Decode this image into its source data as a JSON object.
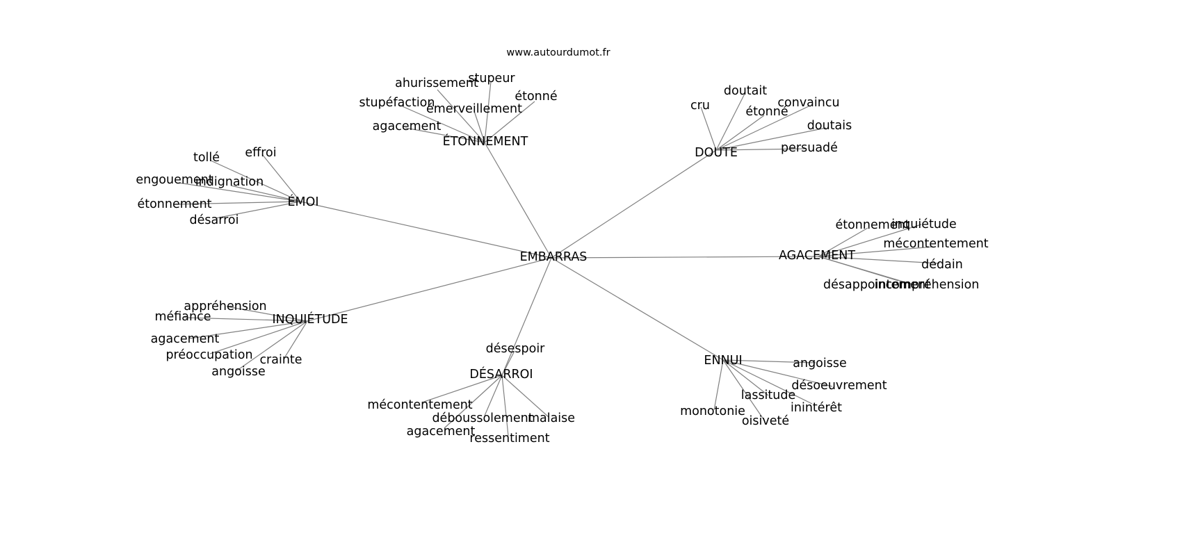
{
  "watermark": "www.autourdumot.fr",
  "colors": {
    "edge": "#808080",
    "text": "#000000",
    "background": "#ffffff"
  },
  "graph": {
    "center": "EMBARRAS",
    "hubs": [
      {
        "id": "etonnement",
        "label": "ÉTONNEMENT",
        "leaves": [
          "ahurissement",
          "stupeur",
          "étonné",
          "stupéfaction",
          "émerveillement",
          "agacement"
        ]
      },
      {
        "id": "doute",
        "label": "DOUTE",
        "leaves": [
          "doutait",
          "cru",
          "étonné",
          "convaincu",
          "doutais",
          "persuadé"
        ]
      },
      {
        "id": "emoi",
        "label": "ÉMOI",
        "leaves": [
          "tollé",
          "effroi",
          "engouement",
          "indignation",
          "étonnement",
          "désarroi"
        ]
      },
      {
        "id": "agacement",
        "label": "AGACEMENT",
        "leaves": [
          "étonnement",
          "inquiétude",
          "mécontentement",
          "dédain",
          "désappointement",
          "incompréhension"
        ]
      },
      {
        "id": "inquietude",
        "label": "INQUIÉTUDE",
        "leaves": [
          "appréhension",
          "méfiance",
          "agacement",
          "préoccupation",
          "crainte",
          "angoisse"
        ]
      },
      {
        "id": "desarroi",
        "label": "DÉSARROI",
        "leaves": [
          "désespoir",
          "mécontentement",
          "déboussolement",
          "malaise",
          "agacement",
          "ressentiment"
        ]
      },
      {
        "id": "ennui",
        "label": "ENNUI",
        "leaves": [
          "angoisse",
          "désoeuvrement",
          "lassitude",
          "inintérêt",
          "monotonie",
          "oisiveté"
        ]
      }
    ]
  }
}
